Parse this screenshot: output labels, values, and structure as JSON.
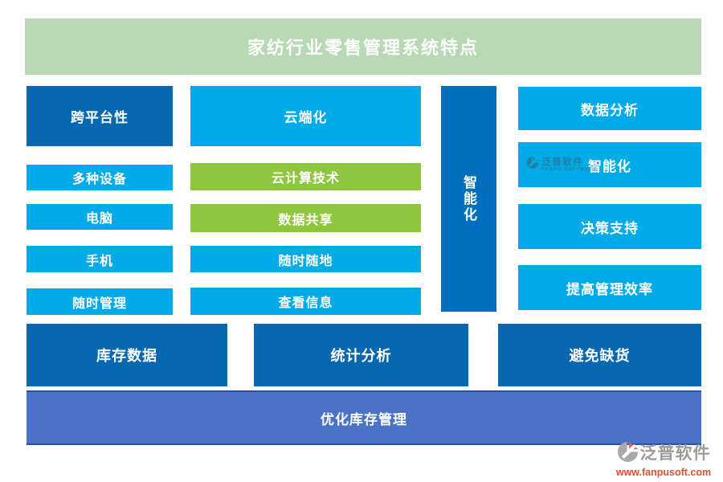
{
  "title": "家纺行业零售管理系统特点",
  "colors": {
    "banner_green": "#b9d8b5",
    "dark_blue": "#0768b0",
    "light_blue": "#00abe8",
    "lime_green": "#8ec640",
    "spine_blue": "#0070bc",
    "footer_blue": "#4a73c8",
    "footer_border": "#2b4f9e",
    "logo_gray": "#9b9b9f",
    "logo_orange": "#e0512d"
  },
  "left_column": {
    "header": "跨平台性",
    "items": [
      "多种设备",
      "电脑",
      "手机",
      "随时管理"
    ]
  },
  "middle_column": {
    "header": "云端化",
    "items": [
      "云计算技术",
      "数据共享",
      "随时随地",
      "查看信息"
    ]
  },
  "spine": {
    "label": "智能化"
  },
  "right_column": {
    "items": [
      "数据分析",
      "智能化",
      "决策支持",
      "提高管理效率"
    ]
  },
  "bottom_row": [
    "库存数据",
    "统计分析",
    "避免缺货"
  ],
  "footer": {
    "label": "优化库存管理"
  },
  "watermark": {
    "name": "泛普软件",
    "subtitle": "FANPU SOFTWARE"
  },
  "brand": {
    "name": "泛普软件",
    "website": "www.fanpusoft.com"
  }
}
